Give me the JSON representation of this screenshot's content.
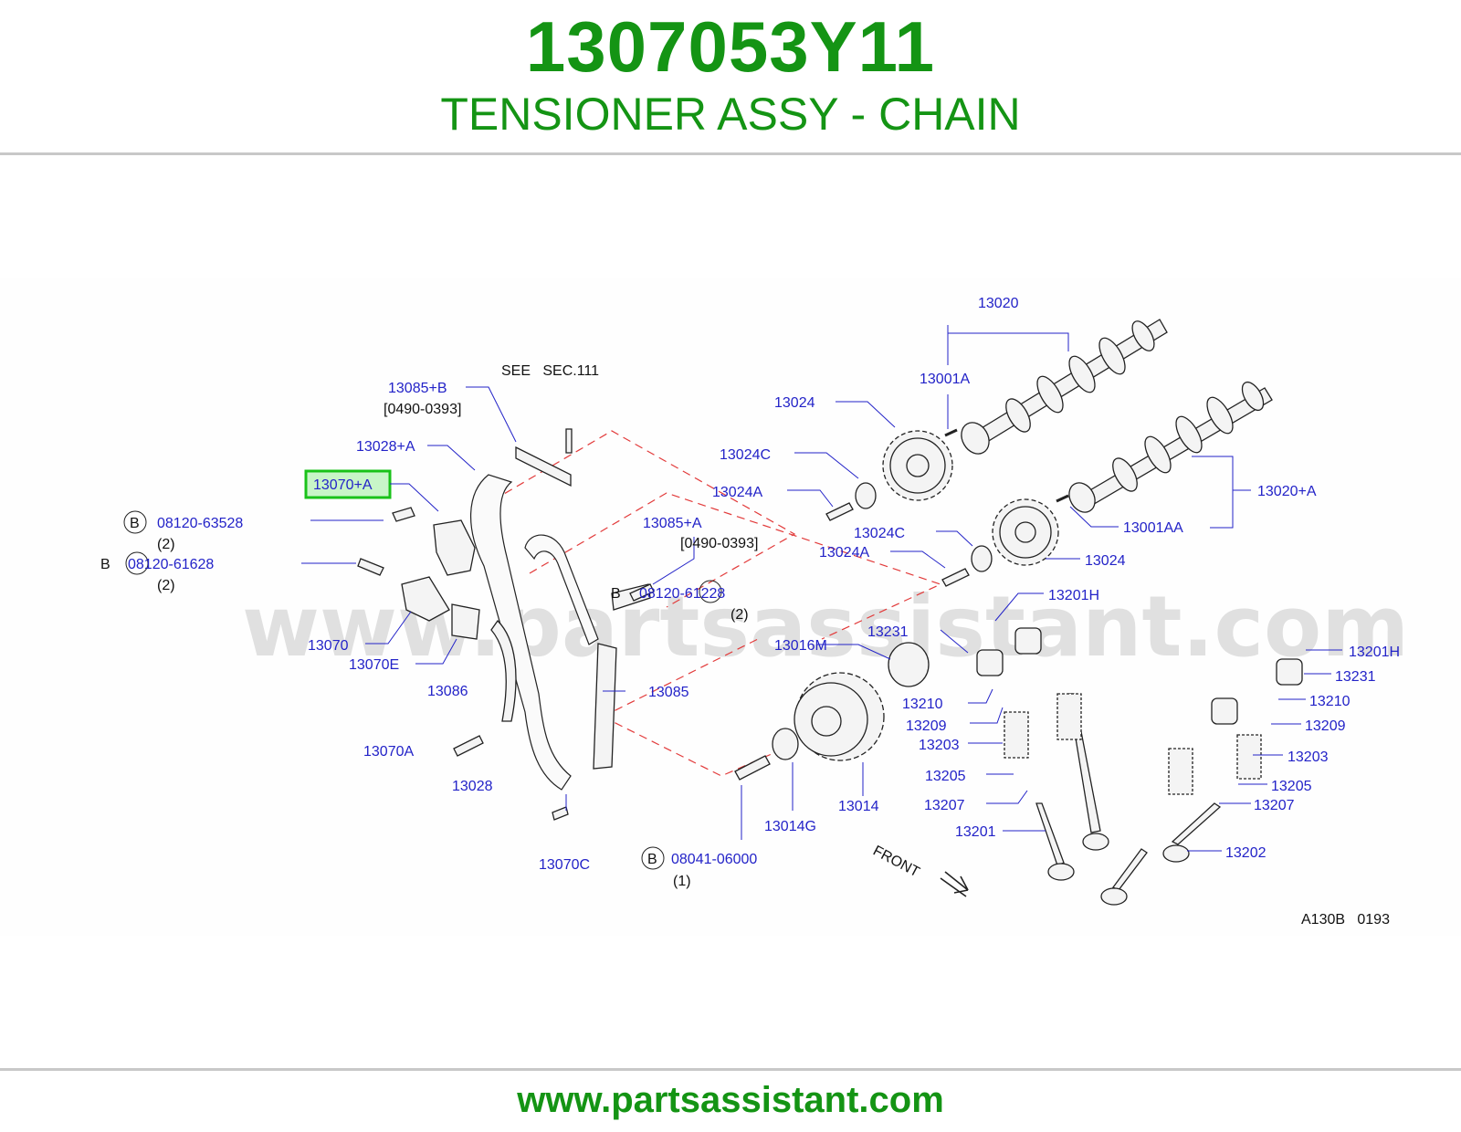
{
  "header": {
    "part_number": "1307053Y11",
    "part_name": "TENSIONER ASSY - CHAIN"
  },
  "footer": {
    "url": "www.partsassistant.com"
  },
  "diagram": {
    "watermark": "www.partsassistant.com",
    "code": "A130B   0193",
    "front_label": "FRONT",
    "see_note": "SEE   SEC.111",
    "highlight": "13070+A",
    "labels": {
      "p13020": "13020",
      "p13001A": "13001A",
      "p13024_top": "13024",
      "p13024C_top": "13024C",
      "p13024A_top": "13024A",
      "p13020A": "13020+A",
      "p13001AA": "13001AA",
      "p13024C_bot": "13024C",
      "p13024A_bot": "13024A",
      "p13024_bot": "13024",
      "p13085B": "13085+B",
      "p13085B_date": "[0490-0393]",
      "p13028A": "13028+A",
      "p13070A_plus": "13070+A",
      "p08120_63528": "08120-63528",
      "qty_63528": "(2)",
      "p08120_61628": "08120-61628",
      "qty_61628": "(2)",
      "p13085A": "13085+A",
      "p13085A_date": "[0490-0393]",
      "p08120_61228": "08120-61228",
      "qty_61228": "(2)",
      "p13070": "13070",
      "p13070E": "13070E",
      "p13086": "13086",
      "p13070A": "13070A",
      "p13028": "13028",
      "p13070C": "13070C",
      "p13085": "13085",
      "p13016M": "13016M",
      "p13014G": "13014G",
      "p13014": "13014",
      "p08041_06000": "08041-06000",
      "qty_06000": "(1)",
      "p13201H_a": "13201H",
      "p13231_a": "13231",
      "p13210_a": "13210",
      "p13209_a": "13209",
      "p13203_a": "13203",
      "p13205_a": "13205",
      "p13207_a": "13207",
      "p13201": "13201",
      "p13201H_b": "13201H",
      "p13231_b": "13231",
      "p13210_b": "13210",
      "p13209_b": "13209",
      "p13203_b": "13203",
      "p13205_b": "13205",
      "p13207_b": "13207",
      "p13202": "13202",
      "b_mark": "B"
    }
  }
}
